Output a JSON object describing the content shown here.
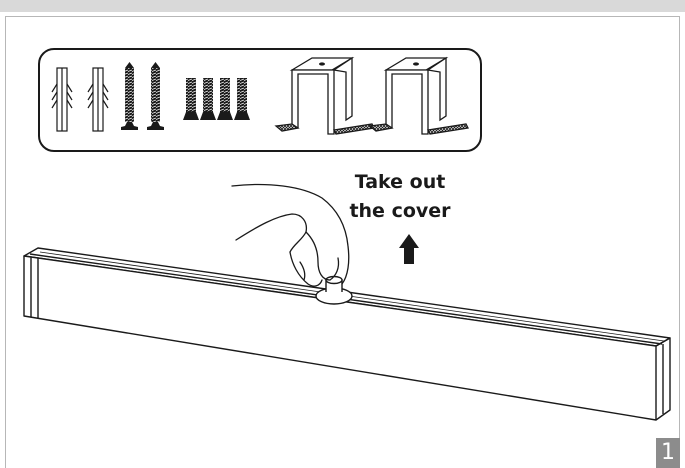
{
  "instruction": {
    "line1": "Take out",
    "line2": "the cover"
  },
  "step": {
    "number": "1"
  },
  "parts": {
    "items": [
      "wall-anchor-icon",
      "wall-anchor-icon",
      "screw-icon",
      "screw-icon",
      "small-screw-icon",
      "small-screw-icon",
      "small-screw-icon",
      "small-screw-icon",
      "mounting-bracket-icon",
      "mounting-bracket-icon"
    ]
  },
  "colors": {
    "line": "#1a1a1a",
    "badge": "#8c8c8c",
    "top_bar": "#d9d9d9"
  }
}
